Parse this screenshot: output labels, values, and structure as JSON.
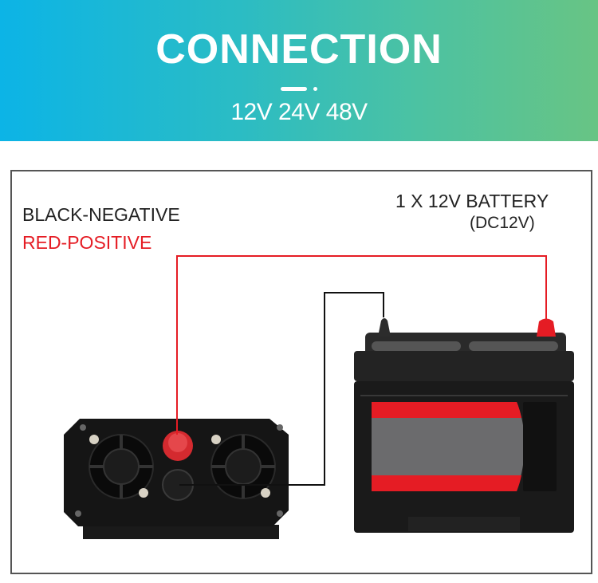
{
  "banner": {
    "title": "CONNECTION",
    "subtitle": "12V 24V 48V",
    "gradient_start": "#0cb4e6",
    "gradient_end": "#68c484"
  },
  "diagram": {
    "legend": {
      "black_label": "BLACK-NEGATIVE",
      "red_label": "RED-POSITIVE",
      "red_color": "#e51c24"
    },
    "battery": {
      "title": "1 X 12V BATTERY",
      "spec": "(DC12V)"
    },
    "inverter": {
      "description": "inverter with two cooling fans, red positive terminal and black negative terminal"
    },
    "wires": {
      "positive_color": "#e51c24",
      "negative_color": "#111111"
    }
  }
}
